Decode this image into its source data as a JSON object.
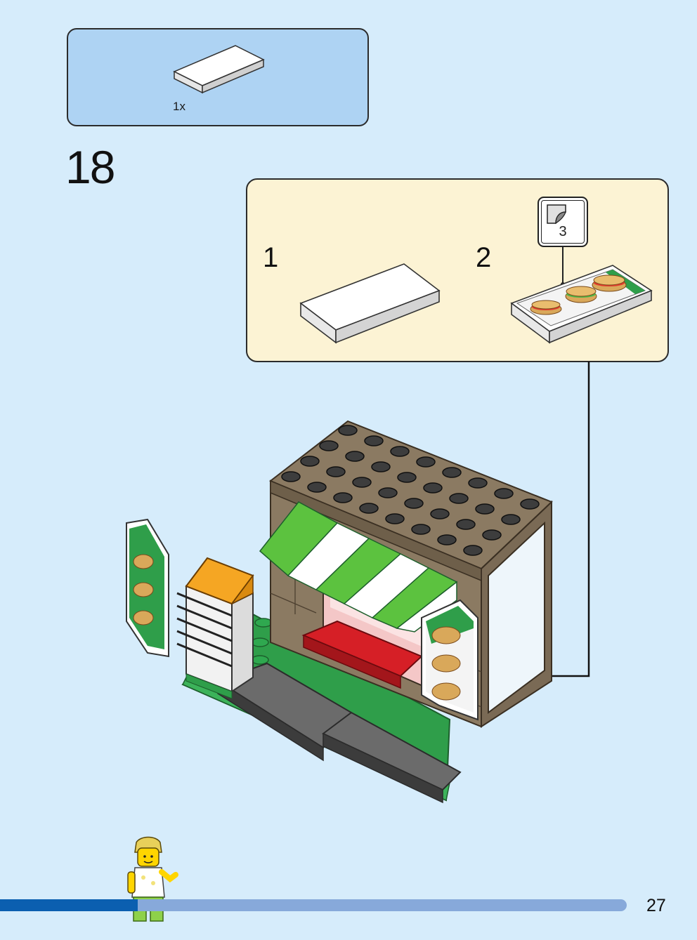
{
  "parts": {
    "quantity": "1x",
    "piece_color": "#ffffff"
  },
  "step": {
    "number": "18"
  },
  "subassembly": {
    "step1": "1",
    "step2": "2",
    "sticker_number": "3"
  },
  "footer": {
    "page_number": "27",
    "progress": 0.22
  },
  "colors": {
    "background": "#d6ecfb",
    "parts_box": "#aed3f3",
    "subassembly_box": "#fcf3d4",
    "kiosk_brown": "#8b7a62",
    "awning_green": "#5cc23f",
    "base_green": "#2f9e4a",
    "counter_red": "#d61f26",
    "fridge_orange": "#f5a623"
  }
}
